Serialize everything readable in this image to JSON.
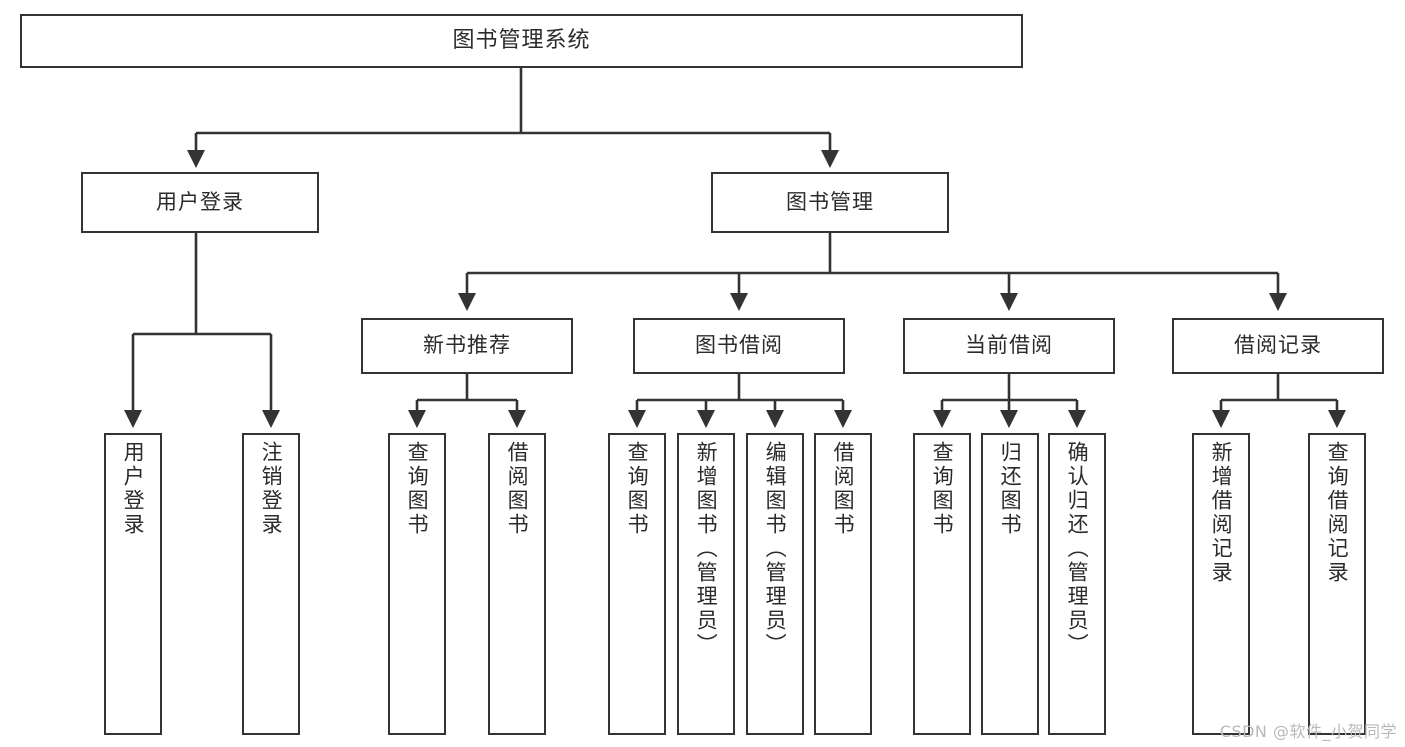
{
  "diagram": {
    "title": "图书管理系统",
    "type": "tree-hierarchy-diagram",
    "orientation": "top-down",
    "colors": {
      "background": "#ffffff",
      "node_border": "#333333",
      "node_fill": "#ffffff",
      "text": "#2b2b2b",
      "edge": "#333333",
      "watermark": "#b9b9b9"
    }
  },
  "root": {
    "label": "图书管理系统"
  },
  "level2": [
    {
      "label": "用户登录"
    },
    {
      "label": "图书管理"
    }
  ],
  "level3": [
    {
      "label": "新书推荐"
    },
    {
      "label": "图书借阅"
    },
    {
      "label": "当前借阅"
    },
    {
      "label": "借阅记录"
    }
  ],
  "leaves": {
    "user_login": [
      {
        "label": "用户登录"
      },
      {
        "label": "注销登录"
      }
    ],
    "new_book_recommend": [
      {
        "label": "查询图书"
      },
      {
        "label": "借阅图书"
      }
    ],
    "book_borrow": [
      {
        "label": "查询图书"
      },
      {
        "label": "新增图书（管理员）"
      },
      {
        "label": "编辑图书（管理员）"
      },
      {
        "label": "借阅图书"
      }
    ],
    "current_borrow": [
      {
        "label": "查询图书"
      },
      {
        "label": "归还图书"
      },
      {
        "label": "确认归还（管理员）"
      }
    ],
    "borrow_record": [
      {
        "label": "新增借阅记录"
      },
      {
        "label": "查询借阅记录"
      }
    ]
  },
  "watermark": {
    "text": "CSDN @软件_小贺同学"
  }
}
